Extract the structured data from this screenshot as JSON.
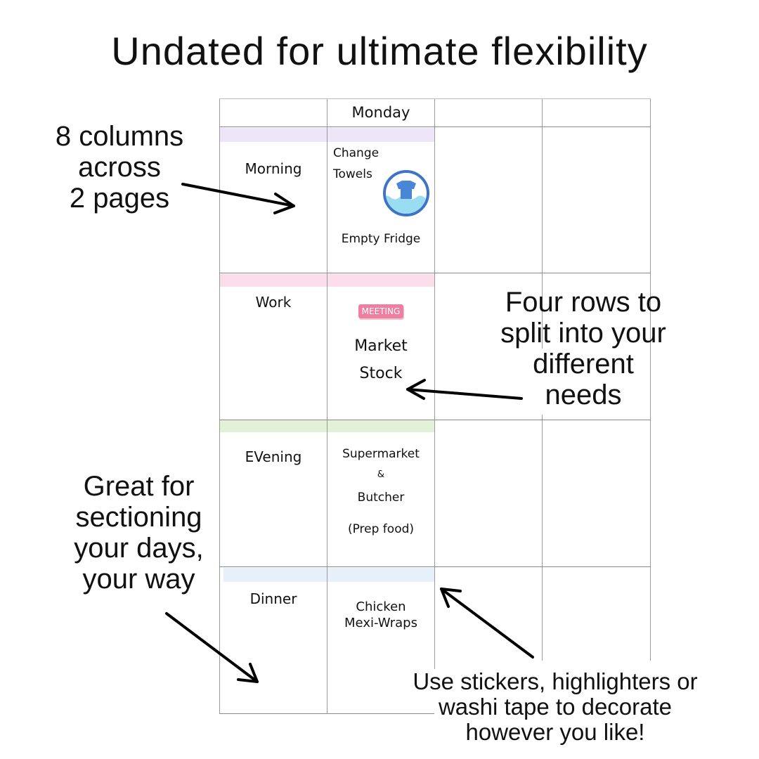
{
  "title": "Undated for ultimate flexibility",
  "planner": {
    "day_header": "Monday",
    "rows": [
      {
        "label": "Morning",
        "highlight": "#ede6f8",
        "entries": [
          "Change",
          "Towels",
          "Empty Fridge"
        ]
      },
      {
        "label": "Work",
        "highlight": "#fadde8",
        "entries": [
          "Market",
          "Stock"
        ]
      },
      {
        "label": "EVening",
        "highlight": "#e3f2d6",
        "entries": [
          "Supermarket",
          "&",
          "Butcher",
          "(Prep food)"
        ]
      },
      {
        "label": "Dinner",
        "highlight": "#e6f0fa",
        "entries": [
          "Chicken",
          "Mexi-Wraps"
        ]
      }
    ],
    "meeting_sticker": "MEETING"
  },
  "callouts": {
    "columns": [
      "8 columns",
      "across",
      "2 pages"
    ],
    "rows": [
      "Four rows to",
      "split into your",
      "different",
      "needs"
    ],
    "sectioning": [
      "Great for",
      "sectioning",
      "your days,",
      "your way"
    ],
    "stickers": [
      "Use stickers, highlighters or",
      "washi tape to decorate",
      "however you like!"
    ]
  }
}
